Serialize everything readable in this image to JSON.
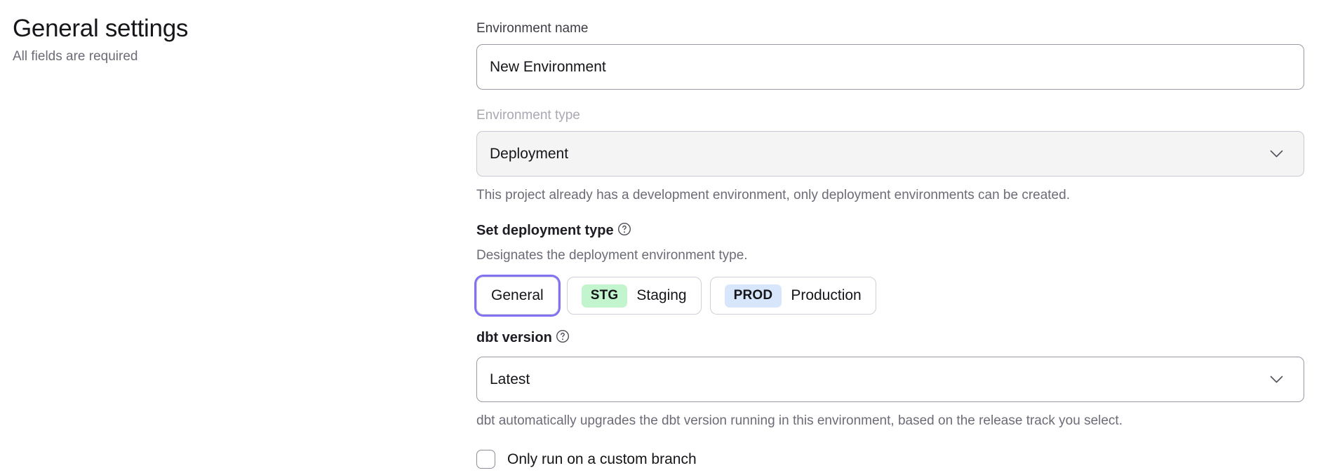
{
  "header": {
    "title": "General settings",
    "subtitle": "All fields are required"
  },
  "form": {
    "environment_name": {
      "label": "Environment name",
      "value": "New Environment",
      "placeholder": "Environment name"
    },
    "environment_type": {
      "label": "Environment type",
      "value": "Deployment",
      "disabled": true,
      "helper": "This project already has a development environment, only deployment environments can be created.",
      "chevron_icon": "chevron-down-icon"
    },
    "deployment_type": {
      "label": "Set deployment type",
      "help_icon": "help-circle-icon",
      "description": "Designates the deployment environment type.",
      "options": [
        {
          "label": "General",
          "badge": "",
          "badge_color": "",
          "focused": true
        },
        {
          "label": "Staging",
          "badge": "STG",
          "badge_color": "#c2f5cd",
          "focused": false
        },
        {
          "label": "Production",
          "badge": "PROD",
          "badge_color": "#d7e6fb",
          "focused": false
        }
      ]
    },
    "dbt_version": {
      "label": "dbt version",
      "help_icon": "help-circle-icon",
      "value": "Latest",
      "helper": "dbt automatically upgrades the dbt version running in this environment, based on the release track you select.",
      "chevron_icon": "chevron-down-icon"
    },
    "custom_branch": {
      "label": "Only run on a custom branch",
      "checked": false
    }
  },
  "colors": {
    "focus_ring": "#8272f2",
    "staging_badge": "#c2f5cd",
    "production_badge": "#d7e6fb",
    "disabled_bg": "#f4f4f5"
  }
}
